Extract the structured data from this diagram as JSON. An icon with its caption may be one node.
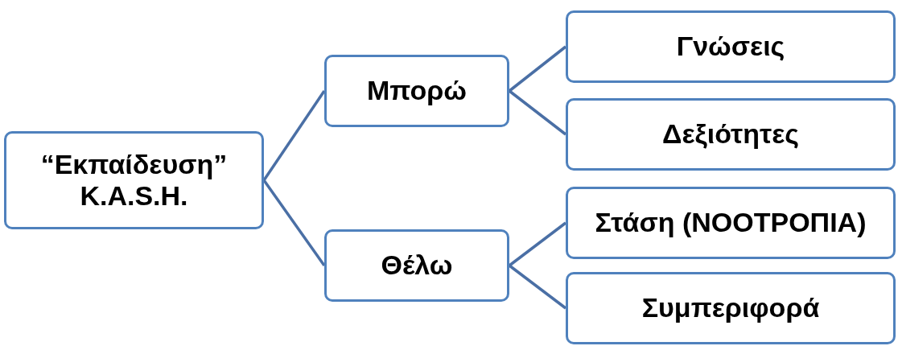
{
  "diagram": {
    "nodes": [
      {
        "text": [
          "“Εκπαίδευση”",
          "K.A.S.H."
        ]
      },
      {
        "text": [
          "Μπορώ"
        ]
      },
      {
        "text": [
          "Γνώσεις"
        ]
      },
      {
        "text": [
          "Δεξιότητες"
        ]
      },
      {
        "text": [
          "Θέλω"
        ]
      },
      {
        "text": [
          "Στάση (ΝΟΟΤΡΟΠΙΑ)"
        ]
      },
      {
        "text": [
          "Συμπεριφορά"
        ]
      }
    ],
    "edges": [
      {
        "from": 0,
        "to": 1,
        "arrow": "none"
      },
      {
        "from": 0,
        "to": 4,
        "arrow": "none"
      },
      {
        "from": 1,
        "to": 2,
        "arrow": "none"
      },
      {
        "from": 1,
        "to": 3,
        "arrow": "none"
      },
      {
        "from": 4,
        "to": 5,
        "arrow": "none"
      },
      {
        "from": 4,
        "to": 6,
        "arrow": "none"
      }
    ]
  }
}
